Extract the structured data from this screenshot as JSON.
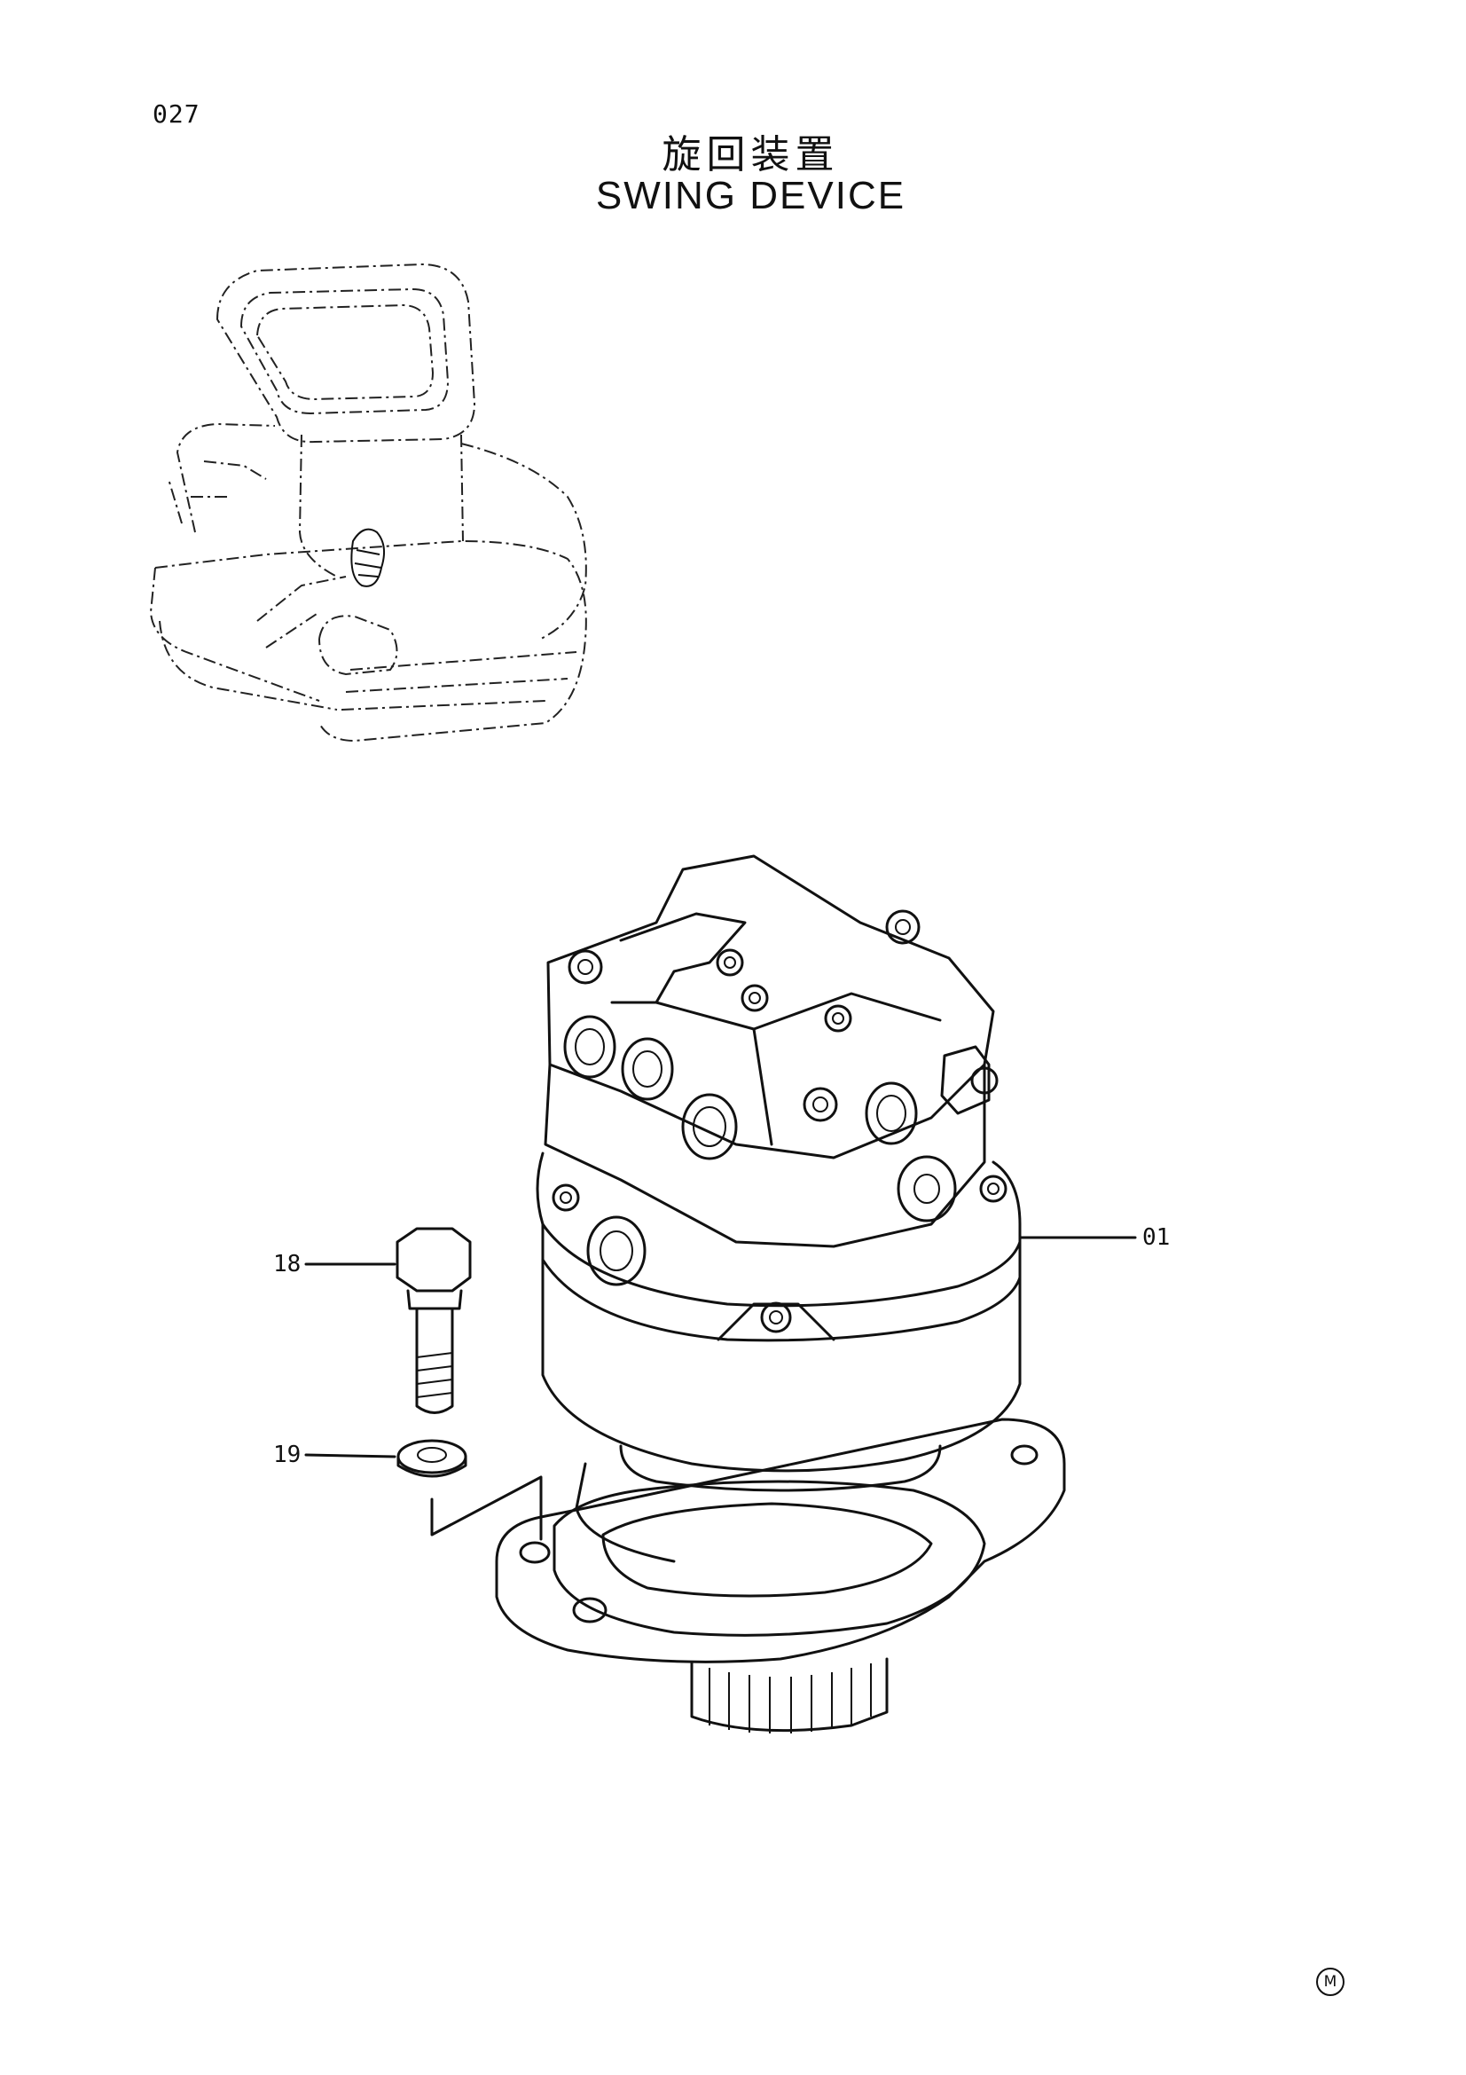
{
  "page": {
    "number": "027"
  },
  "title": {
    "japanese": "旋回装置",
    "english": "SWING DEVICE"
  },
  "callouts": [
    {
      "id": "01",
      "label": "01"
    },
    {
      "id": "18",
      "label": "18"
    },
    {
      "id": "19",
      "label": "19"
    }
  ],
  "mark": {
    "symbol": "M"
  }
}
